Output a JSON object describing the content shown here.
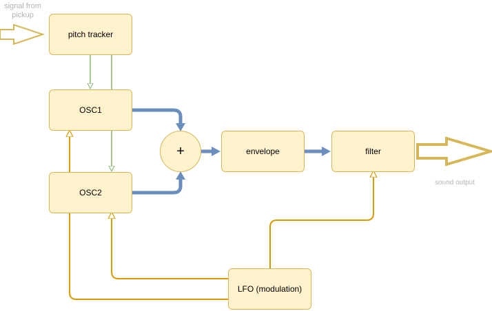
{
  "nodes": {
    "pitch_tracker": "pitch tracker",
    "osc1": "OSC1",
    "osc2": "OSC2",
    "mixer": "+",
    "envelope": "envelope",
    "filter": "filter",
    "lfo": "LFO (modulation)"
  },
  "captions": {
    "input_line1": "signal from",
    "input_line2": "pickup",
    "output": "sound output"
  },
  "colors": {
    "box_fill": "#fff2cc",
    "box_border": "#d6b656",
    "audio_path": "#6c8ebf",
    "control_path": "#82b366",
    "modulation_path": "#d79b00",
    "io_arrow": "#d6b656"
  }
}
